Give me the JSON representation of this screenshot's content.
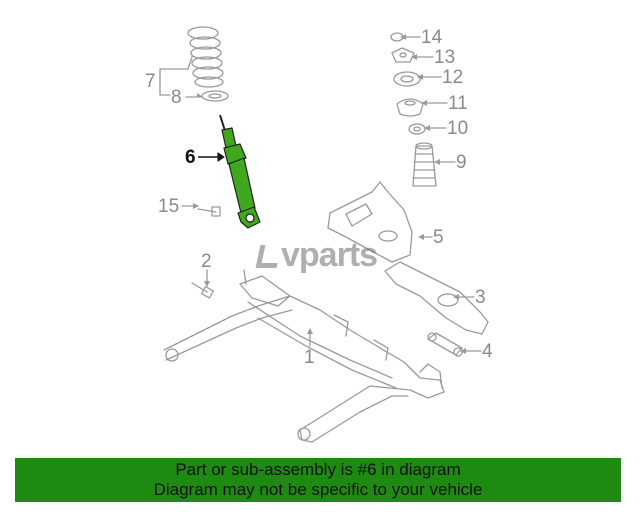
{
  "diagram": {
    "callouts": {
      "c1": "1",
      "c2": "2",
      "c3": "3",
      "c4": "4",
      "c5": "5",
      "c6": "6",
      "c7": "7",
      "c8": "8",
      "c9": "9",
      "c10": "10",
      "c11": "11",
      "c12": "12",
      "c13": "13",
      "c14": "14",
      "c15": "15"
    },
    "highlighted_part": "6",
    "highlight_color": "#3fa81f",
    "line_color": "#9a9a9a"
  },
  "watermark": "vparts",
  "footer": {
    "line1": "Part or sub-assembly is #6 in diagram",
    "line2": "Diagram may not be specific to your vehicle",
    "background": "#1f8a12"
  }
}
